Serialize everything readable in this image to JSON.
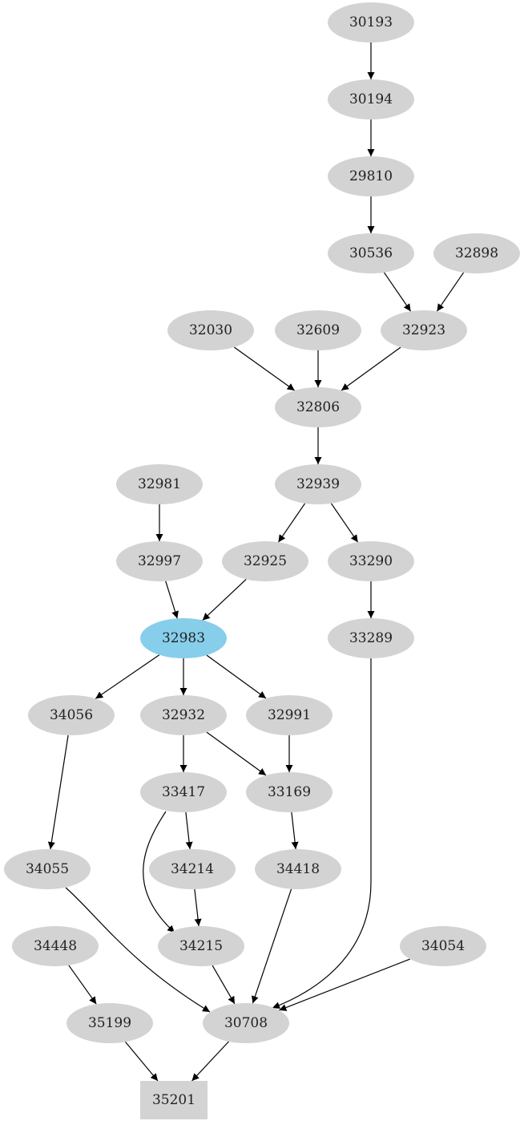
{
  "colors": {
    "node_fill": "#d3d3d3",
    "highlight_fill": "#87ceeb",
    "edge": "#000000",
    "text": "#222222"
  },
  "nodes": [
    {
      "id": "30193",
      "label": "30193"
    },
    {
      "id": "30194",
      "label": "30194"
    },
    {
      "id": "29810",
      "label": "29810"
    },
    {
      "id": "30536",
      "label": "30536"
    },
    {
      "id": "32898",
      "label": "32898"
    },
    {
      "id": "32030",
      "label": "32030"
    },
    {
      "id": "32609",
      "label": "32609"
    },
    {
      "id": "32923",
      "label": "32923"
    },
    {
      "id": "32806",
      "label": "32806"
    },
    {
      "id": "32981",
      "label": "32981"
    },
    {
      "id": "32939",
      "label": "32939"
    },
    {
      "id": "32997",
      "label": "32997"
    },
    {
      "id": "32925",
      "label": "32925"
    },
    {
      "id": "33290",
      "label": "33290"
    },
    {
      "id": "32983",
      "label": "32983",
      "highlight": true
    },
    {
      "id": "33289",
      "label": "33289"
    },
    {
      "id": "34056",
      "label": "34056"
    },
    {
      "id": "32932",
      "label": "32932"
    },
    {
      "id": "32991",
      "label": "32991"
    },
    {
      "id": "33417",
      "label": "33417"
    },
    {
      "id": "33169",
      "label": "33169"
    },
    {
      "id": "34055",
      "label": "34055"
    },
    {
      "id": "34214",
      "label": "34214"
    },
    {
      "id": "34418",
      "label": "34418"
    },
    {
      "id": "34448",
      "label": "34448"
    },
    {
      "id": "34215",
      "label": "34215"
    },
    {
      "id": "34054",
      "label": "34054"
    },
    {
      "id": "35199",
      "label": "35199"
    },
    {
      "id": "30708",
      "label": "30708"
    },
    {
      "id": "35201",
      "label": "35201",
      "shape": "box"
    }
  ],
  "edges": [
    {
      "from": "30193",
      "to": "30194"
    },
    {
      "from": "30194",
      "to": "29810"
    },
    {
      "from": "29810",
      "to": "30536"
    },
    {
      "from": "30536",
      "to": "32923"
    },
    {
      "from": "32898",
      "to": "32923"
    },
    {
      "from": "32030",
      "to": "32806"
    },
    {
      "from": "32609",
      "to": "32806"
    },
    {
      "from": "32923",
      "to": "32806"
    },
    {
      "from": "32806",
      "to": "32939"
    },
    {
      "from": "32981",
      "to": "32997"
    },
    {
      "from": "32939",
      "to": "32925"
    },
    {
      "from": "32939",
      "to": "33290"
    },
    {
      "from": "32997",
      "to": "32983"
    },
    {
      "from": "32925",
      "to": "32983"
    },
    {
      "from": "33290",
      "to": "33289"
    },
    {
      "from": "32983",
      "to": "34056"
    },
    {
      "from": "32983",
      "to": "32932"
    },
    {
      "from": "32983",
      "to": "32991"
    },
    {
      "from": "32932",
      "to": "33417"
    },
    {
      "from": "32932",
      "to": "33169"
    },
    {
      "from": "32991",
      "to": "33169"
    },
    {
      "from": "34056",
      "to": "34055"
    },
    {
      "from": "33417",
      "to": "34214"
    },
    {
      "from": "33417",
      "to": "34215"
    },
    {
      "from": "33169",
      "to": "34418"
    },
    {
      "from": "34214",
      "to": "34215"
    },
    {
      "from": "34055",
      "to": "30708"
    },
    {
      "from": "34215",
      "to": "30708"
    },
    {
      "from": "34418",
      "to": "30708"
    },
    {
      "from": "33289",
      "to": "30708"
    },
    {
      "from": "34054",
      "to": "30708"
    },
    {
      "from": "34448",
      "to": "35199"
    },
    {
      "from": "35199",
      "to": "35201"
    },
    {
      "from": "30708",
      "to": "35201"
    }
  ]
}
